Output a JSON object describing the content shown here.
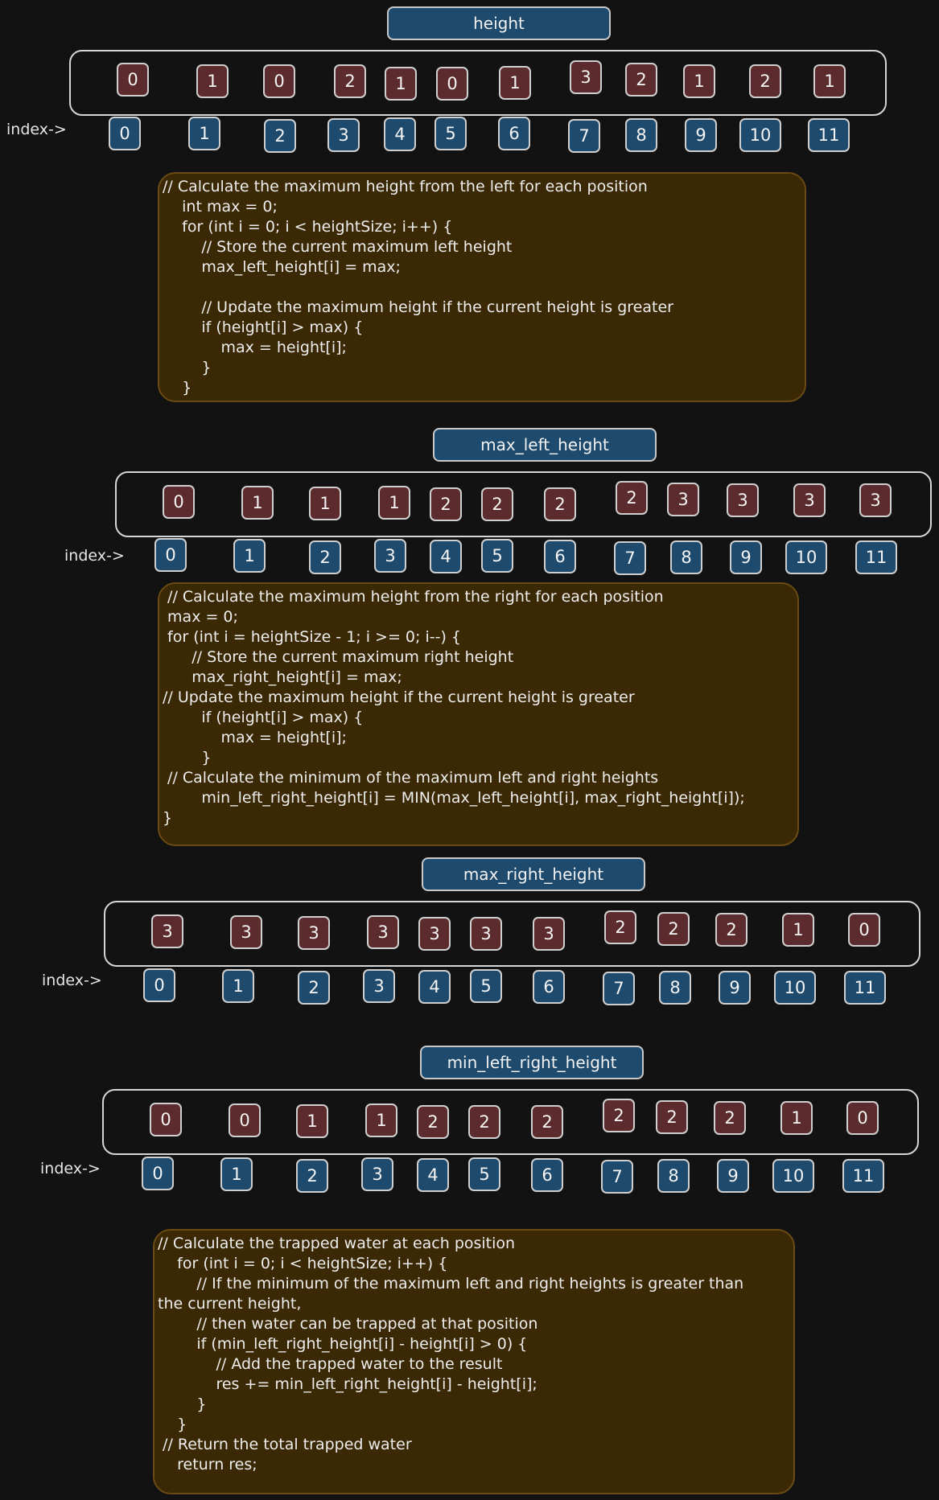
{
  "arrays": [
    {
      "title": "height",
      "values": [
        "0",
        "1",
        "0",
        "2",
        "1",
        "0",
        "1",
        "3",
        "2",
        "1",
        "2",
        "1"
      ],
      "indices": [
        "0",
        "1",
        "2",
        "3",
        "4",
        "5",
        "6",
        "7",
        "8",
        "9",
        "10",
        "11"
      ],
      "index_label": "index->"
    },
    {
      "title": "max_left_height",
      "values": [
        "0",
        "1",
        "1",
        "1",
        "2",
        "2",
        "2",
        "2",
        "3",
        "3",
        "3",
        "3"
      ],
      "indices": [
        "0",
        "1",
        "2",
        "3",
        "4",
        "5",
        "6",
        "7",
        "8",
        "9",
        "10",
        "11"
      ],
      "index_label": "index->"
    },
    {
      "title": "max_right_height",
      "values": [
        "3",
        "3",
        "3",
        "3",
        "3",
        "3",
        "3",
        "2",
        "2",
        "2",
        "1",
        "0"
      ],
      "indices": [
        "0",
        "1",
        "2",
        "3",
        "4",
        "5",
        "6",
        "7",
        "8",
        "9",
        "10",
        "11"
      ],
      "index_label": "index->"
    },
    {
      "title": "min_left_right_height",
      "values": [
        "0",
        "0",
        "1",
        "1",
        "2",
        "2",
        "2",
        "2",
        "2",
        "2",
        "1",
        "0"
      ],
      "indices": [
        "0",
        "1",
        "2",
        "3",
        "4",
        "5",
        "6",
        "7",
        "8",
        "9",
        "10",
        "11"
      ],
      "index_label": "index->"
    }
  ],
  "code_blocks": [
    {
      "lines": [
        "// Calculate the maximum height from the left for each position",
        "    int max = 0;",
        "    for (int i = 0; i < heightSize; i++) {",
        "        // Store the current maximum left height",
        "        max_left_height[i] = max;",
        "",
        "        // Update the maximum height if the current height is greater",
        "        if (height[i] > max) {",
        "            max = height[i];",
        "        }",
        "    }"
      ]
    },
    {
      "lines": [
        " // Calculate the maximum height from the right for each position",
        " max = 0;",
        " for (int i = heightSize - 1; i >= 0; i--) {",
        "      // Store the current maximum right height",
        "      max_right_height[i] = max;",
        "// Update the maximum height if the current height is greater",
        "        if (height[i] > max) {",
        "            max = height[i];",
        "        }",
        " // Calculate the minimum of the maximum left and right heights",
        "        min_left_right_height[i] = MIN(max_left_height[i], max_right_height[i]);",
        "}"
      ]
    },
    {
      "lines": [
        "// Calculate the trapped water at each position",
        "    for (int i = 0; i < heightSize; i++) {",
        "        // If the minimum of the maximum left and right heights is greater than",
        "the current height,",
        "        // then water can be trapped at that position",
        "        if (min_left_right_height[i] - height[i] > 0) {",
        "            // Add the trapped water to the result",
        "            res += min_left_right_height[i] - height[i];",
        "        }",
        "    }",
        " // Return the total trapped water",
        "    return res;"
      ]
    }
  ],
  "colors": {
    "background": "#121212",
    "value_cell": "#5b2b2d",
    "index_cell": "#1e4a6d",
    "code_box": "#3b2804"
  }
}
